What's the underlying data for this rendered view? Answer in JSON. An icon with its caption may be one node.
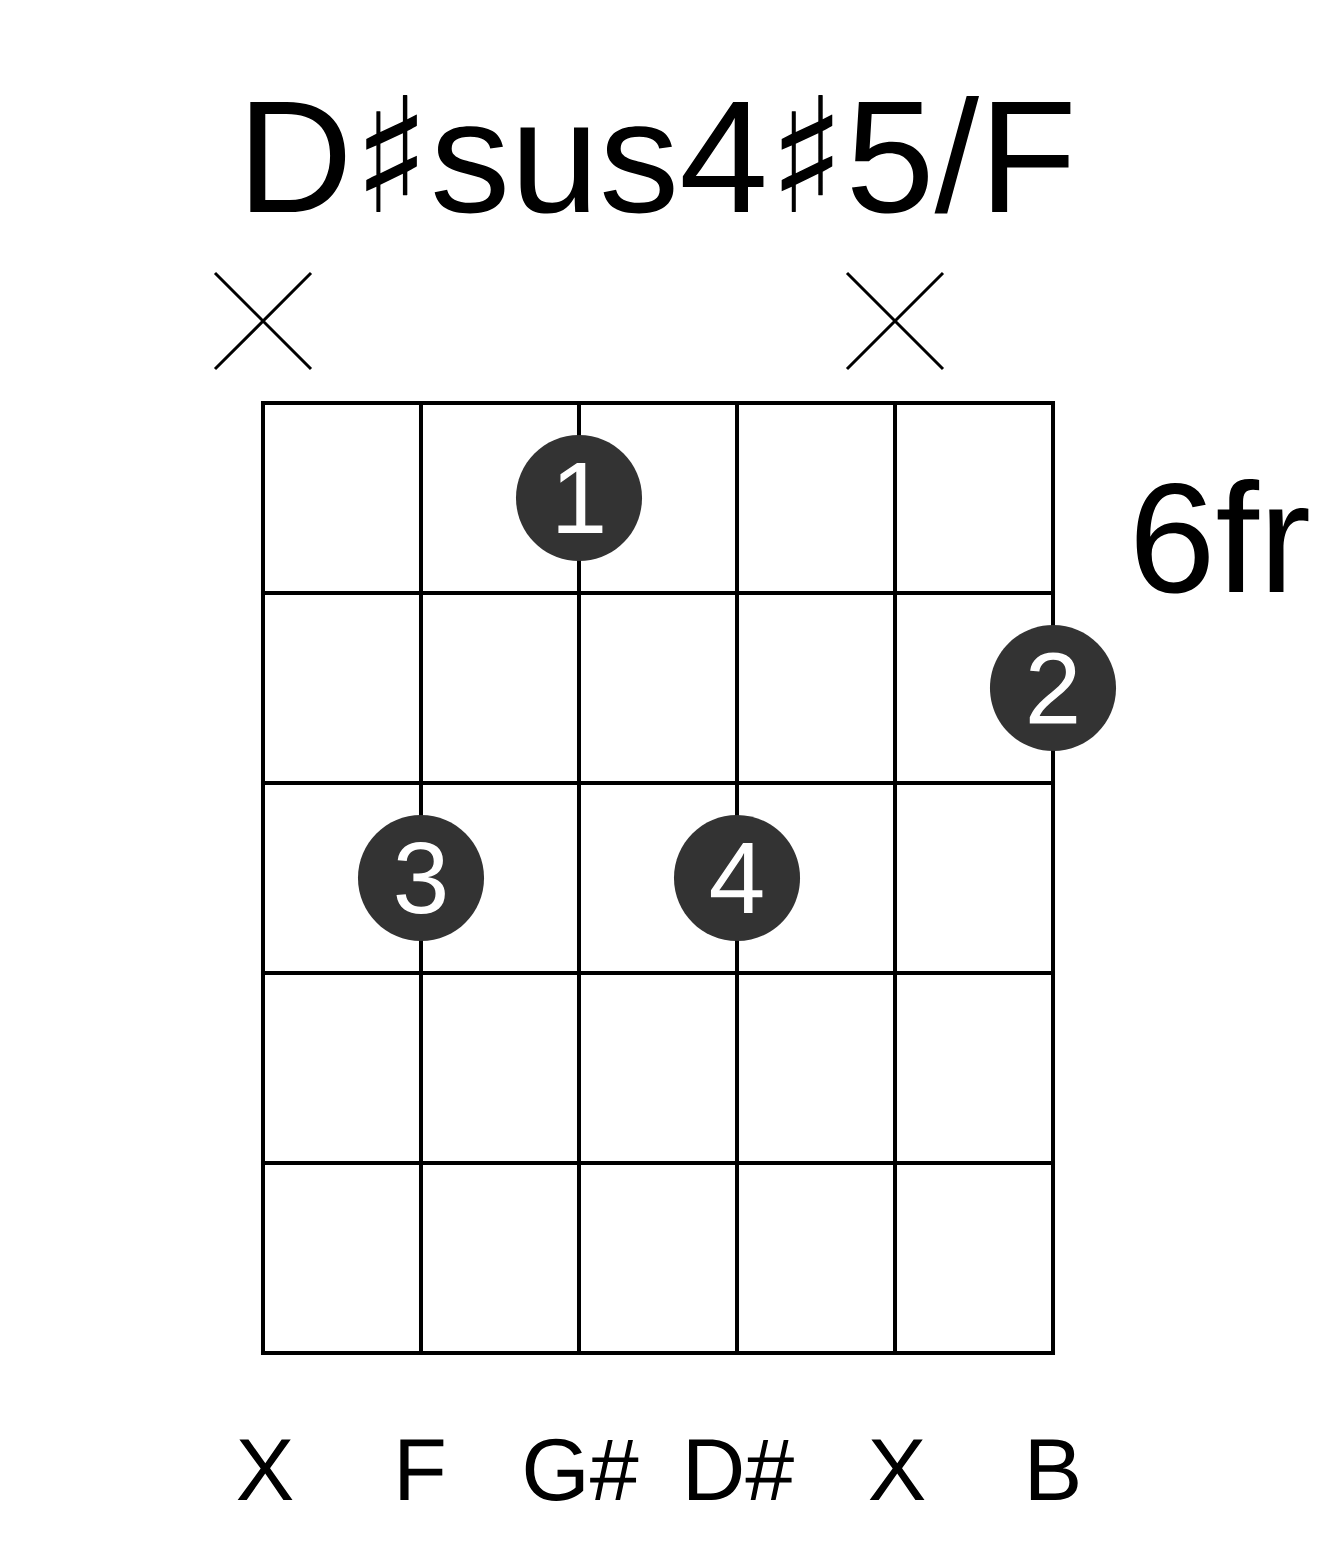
{
  "diagram": {
    "title": "D♯sus4♯5/F",
    "nodes": [
      {
        "text": [
          "1"
        ]
      },
      {
        "text": [
          "2"
        ]
      },
      {
        "text": [
          "3"
        ]
      },
      {
        "text": [
          "4"
        ]
      }
    ],
    "labels": [
      "6fr",
      "X",
      "F",
      "G#",
      "D#",
      "X",
      "B"
    ]
  }
}
